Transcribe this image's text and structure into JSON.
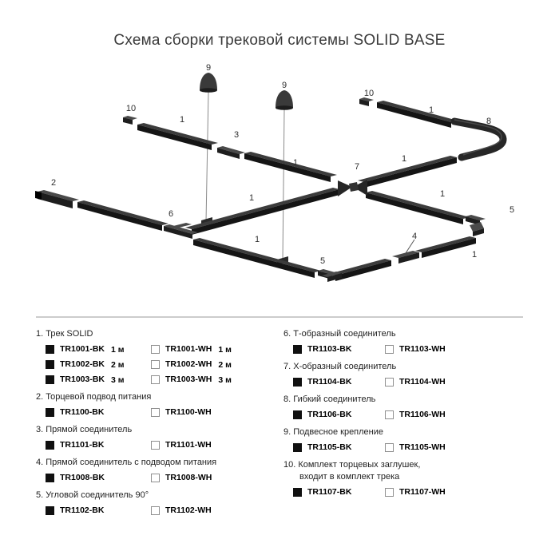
{
  "title": "Схема сборки трековой системы SOLID BASE",
  "diagram": {
    "labels": [
      "10",
      "1",
      "3",
      "1",
      "7",
      "9",
      "9",
      "10",
      "1",
      "8",
      "1",
      "1",
      "5",
      "2",
      "6",
      "1",
      "1",
      "5",
      "4",
      "1"
    ]
  },
  "legend": {
    "left": [
      {
        "title": "1. Трек SOLID",
        "items": [
          {
            "bk_code": "TR1001-BK",
            "bk_size": "1 м",
            "wh_code": "TR1001-WH",
            "wh_size": "1 м"
          },
          {
            "bk_code": "TR1002-BK",
            "bk_size": "2 м",
            "wh_code": "TR1002-WH",
            "wh_size": "2 м"
          },
          {
            "bk_code": "TR1003-BK",
            "bk_size": "3 м",
            "wh_code": "TR1003-WH",
            "wh_size": "3 м"
          }
        ]
      },
      {
        "title": "2. Торцевой подвод питания",
        "items": [
          {
            "bk_code": "TR1100-BK",
            "wh_code": "TR1100-WH"
          }
        ]
      },
      {
        "title": "3. Прямой соединитель",
        "items": [
          {
            "bk_code": "TR1101-BK",
            "wh_code": "TR1101-WH"
          }
        ]
      },
      {
        "title": "4. Прямой соединитель с подводом питания",
        "items": [
          {
            "bk_code": "TR1008-BK",
            "wh_code": "TR1008-WH"
          }
        ]
      },
      {
        "title": "5. Угловой соединитель 90°",
        "items": [
          {
            "bk_code": "TR1102-BK",
            "wh_code": "TR1102-WH"
          }
        ]
      }
    ],
    "right": [
      {
        "title": "6. Т-образный соединитель",
        "items": [
          {
            "bk_code": "TR1103-BK",
            "wh_code": "TR1103-WH"
          }
        ]
      },
      {
        "title": "7. Х-образный соединитель",
        "items": [
          {
            "bk_code": "TR1104-BK",
            "wh_code": "TR1104-WH"
          }
        ]
      },
      {
        "title": "8. Гибкий соединитель",
        "items": [
          {
            "bk_code": "TR1106-BK",
            "wh_code": "TR1106-WH"
          }
        ]
      },
      {
        "title": "9. Подвесное крепление",
        "items": [
          {
            "bk_code": "TR1105-BK",
            "wh_code": "TR1105-WH"
          }
        ]
      },
      {
        "title": "10. Комплект торцевых заглушек,",
        "title2": "входит в комплект трека",
        "items": [
          {
            "bk_code": "TR1107-BK",
            "wh_code": "TR1107-WH"
          }
        ]
      }
    ]
  },
  "colors": {
    "black_variant": "#101010",
    "white_variant": "#ffffff",
    "track": "#1a1a1a"
  }
}
